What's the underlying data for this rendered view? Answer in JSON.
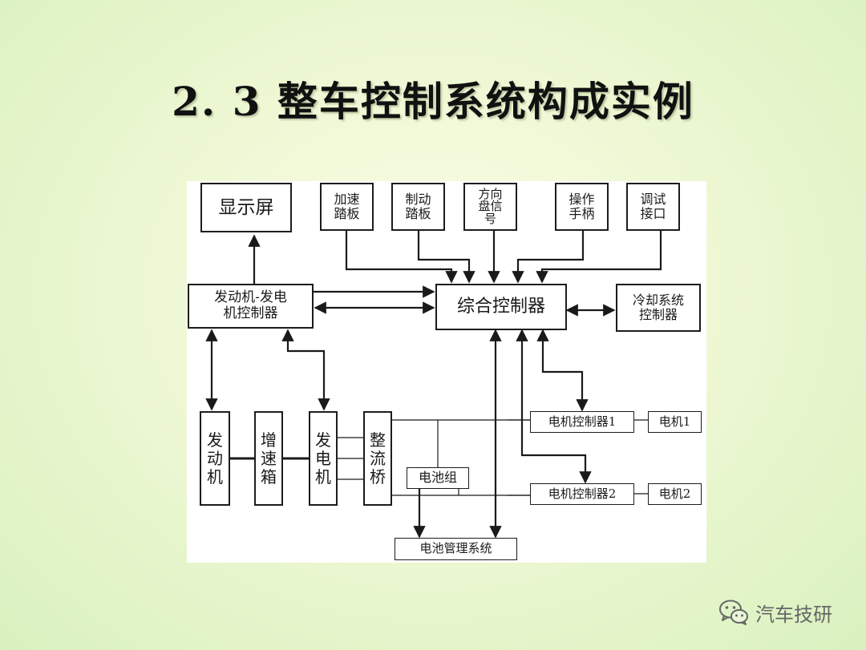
{
  "slide": {
    "title": "2. 3  整车控制系统构成实例"
  },
  "diagram": {
    "nodes": {
      "display": "显示屏",
      "accel_pedal": "加速\n踏板",
      "brake_pedal": "制动\n踏板",
      "steering_signal": "方向\n盘信\n号",
      "handle": "操作\n手柄",
      "debug_port": "调试\n接口",
      "engine_gen_ctrl": "发动机-发电\n机控制器",
      "integrated_ctrl": "综合控制器",
      "cooling_ctrl": "冷却系统\n控制器",
      "engine": "发\n动\n机",
      "gearbox": "增\n速\n箱",
      "generator": "发\n电\n机",
      "rectifier": "整\n流\n桥",
      "battery_pack": "电池组",
      "motor_ctrl_1": "电机控制器1",
      "motor_1": "电机1",
      "motor_ctrl_2": "电机控制器2",
      "motor_2": "电机2",
      "bms": "电池管理系统"
    },
    "line_color": "#1a1a1a"
  },
  "watermark": {
    "text": "汽车技研",
    "icon": "wechat-icon"
  }
}
